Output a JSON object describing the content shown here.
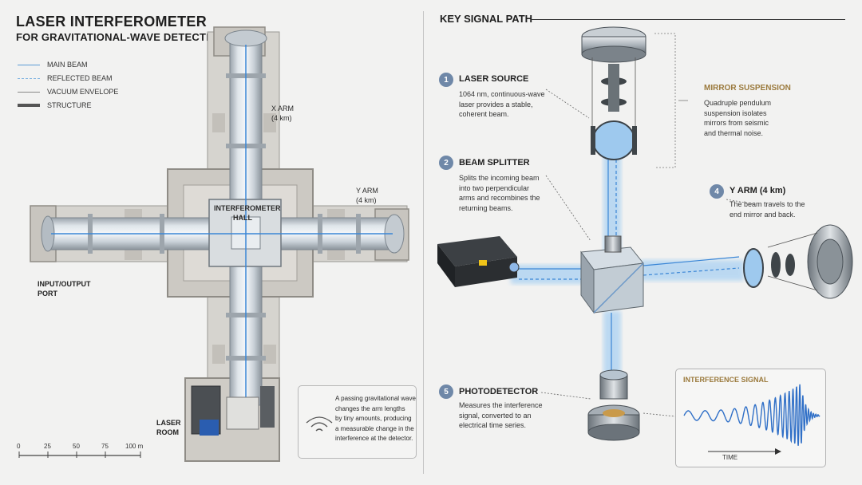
{
  "header": {
    "title": "LASER INTERFEROMETER",
    "subtitle": "FOR GRAVITATIONAL-WAVE DETECTION"
  },
  "legend": [
    {
      "label": "MAIN BEAM",
      "style": "solid",
      "color": "#5b9bd5"
    },
    {
      "label": "REFLECTED BEAM",
      "style": "dashed",
      "color": "#7fb3e0"
    },
    {
      "label": "VACUUM ENVELOPE",
      "style": "solid",
      "color": "#888888"
    },
    {
      "label": "STRUCTURE",
      "style": "thick",
      "color": "#555555"
    }
  ],
  "plan": {
    "x_arm": "X ARM",
    "x_arm_len": "(4 km)",
    "y_arm": "Y ARM",
    "y_arm_len": "(4 km)",
    "hall_line1": "INTERFEROMETER",
    "hall_line2": "HALL",
    "io_line1": "INPUT/OUTPUT",
    "io_line2": "PORT",
    "laser_line1": "LASER",
    "laser_line2": "ROOM"
  },
  "scale_bar": {
    "ticks": [
      "0",
      "25",
      "50",
      "75",
      "100 m"
    ]
  },
  "note": {
    "lines": [
      "A passing gravitational wave",
      "changes the arm lengths",
      "by tiny amounts, producing",
      "a measurable change in the",
      "interference at the detector."
    ]
  },
  "signal_path": {
    "title": "KEY SIGNAL PATH",
    "steps": [
      {
        "num": "1",
        "title": "LASER SOURCE",
        "lines": [
          "1064 nm, continuous-wave",
          "laser provides a stable,",
          "coherent beam."
        ]
      },
      {
        "num": "2",
        "title": "BEAM SPLITTER",
        "lines": [
          "Splits the incoming beam",
          "into two perpendicular",
          "arms and recombines the",
          "returning beams."
        ]
      },
      {
        "num": "4",
        "title": "Y ARM (4 km)",
        "lines": [
          "The beam travels to the",
          "end mirror and back."
        ]
      },
      {
        "num": "5",
        "title": "PHOTODETECTOR",
        "lines": [
          "Measures the interference",
          "signal, converted to an",
          "electrical time series."
        ]
      }
    ],
    "suspension": {
      "title": "MIRROR SUSPENSION",
      "lines": [
        "Quadruple pendulum",
        "suspension isolates",
        "mirrors from seismic",
        "and thermal noise."
      ]
    },
    "signal": {
      "title": "INTERFERENCE SIGNAL",
      "axis": "TIME"
    }
  },
  "colors": {
    "beam": "#5b9bd5",
    "accent_gold": "#9b7a3d",
    "step_badge": "#6f88a8"
  }
}
